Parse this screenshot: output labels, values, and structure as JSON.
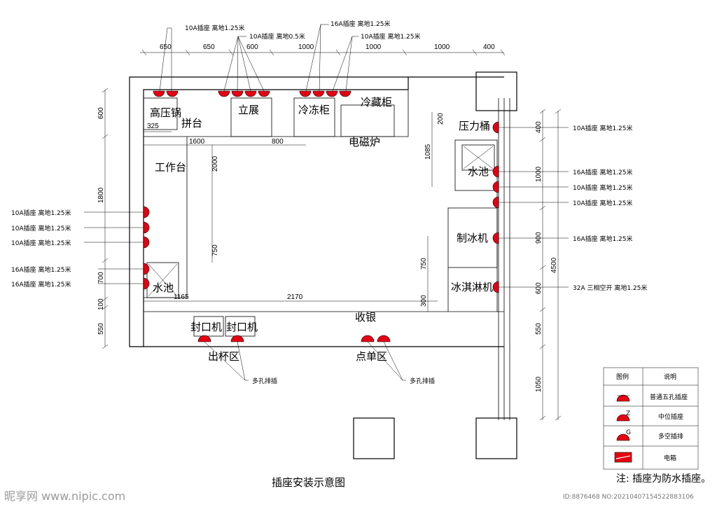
{
  "title": "插座安装示意图",
  "footnote": "注: 插座为防水插座。",
  "watermark": {
    "left": "昵享网 www.nipic.com",
    "right": "ID:8876468 NO:20210407154522883106"
  },
  "colors": {
    "socket": "#e60012",
    "line": "#000000"
  },
  "rooms": {
    "pressure_cooker": "高压锅",
    "counter": "拼台",
    "display": "立展",
    "freezer": "冷冻柜",
    "fridge": "冷藏柜",
    "induction": "电磁炉",
    "workbench": "工作台",
    "sink_left": "水池",
    "pressure_bucket": "压力桶",
    "sink_right": "水池",
    "ice_machine": "制冰机",
    "ice_cream": "冰淇淋机",
    "sealer1": "封口机",
    "sealer2": "封口机",
    "cashier": "收银",
    "cup_area": "出杯区",
    "order_area": "点单区"
  },
  "socket_notes": {
    "top1": "10A插座 离地1.25米",
    "top2": "10A插座 离地0.5米",
    "top3": "16A插座 离地1.25米",
    "top4": "10A插座 离地1.25米",
    "right1": "10A插座 离地1.25米",
    "right2": "16A插座 离地1.25米",
    "right3": "10A插座 离地1.25米",
    "right4": "10A插座 离地1.25米",
    "right5": "16A插座 离地1.25米",
    "right6": "32A 三相空开 离地1.25米",
    "left1": "10A插座 离地1.25米",
    "left2": "10A插座 离地1.25米",
    "left3": "10A插座 离地1.25米",
    "left4": "16A插座 离地1.25米",
    "left5": "16A插座 离地1.25米",
    "multi1": "多孔排插",
    "multi2": "多孔排插"
  },
  "dims": {
    "top": [
      "650",
      "650",
      "600",
      "1000",
      "1000",
      "1000",
      "400"
    ],
    "left": [
      "600",
      "1800",
      "700",
      "100",
      "550"
    ],
    "right": [
      "400",
      "1000",
      "900",
      "600",
      "550",
      "1050",
      "4500"
    ],
    "inner": {
      "d325": "325",
      "d1600": "1600",
      "d800": "800",
      "d2000": "2000",
      "d750a": "750",
      "d1165": "1165",
      "d2170": "2170",
      "d200": "200",
      "d1085": "1085",
      "d750b": "750",
      "d300": "300"
    }
  },
  "legend": {
    "header_symbol": "图例",
    "header_desc": "说明",
    "rows": [
      "普通五孔插座",
      "中位插座",
      "多空插排",
      "电箱"
    ]
  }
}
